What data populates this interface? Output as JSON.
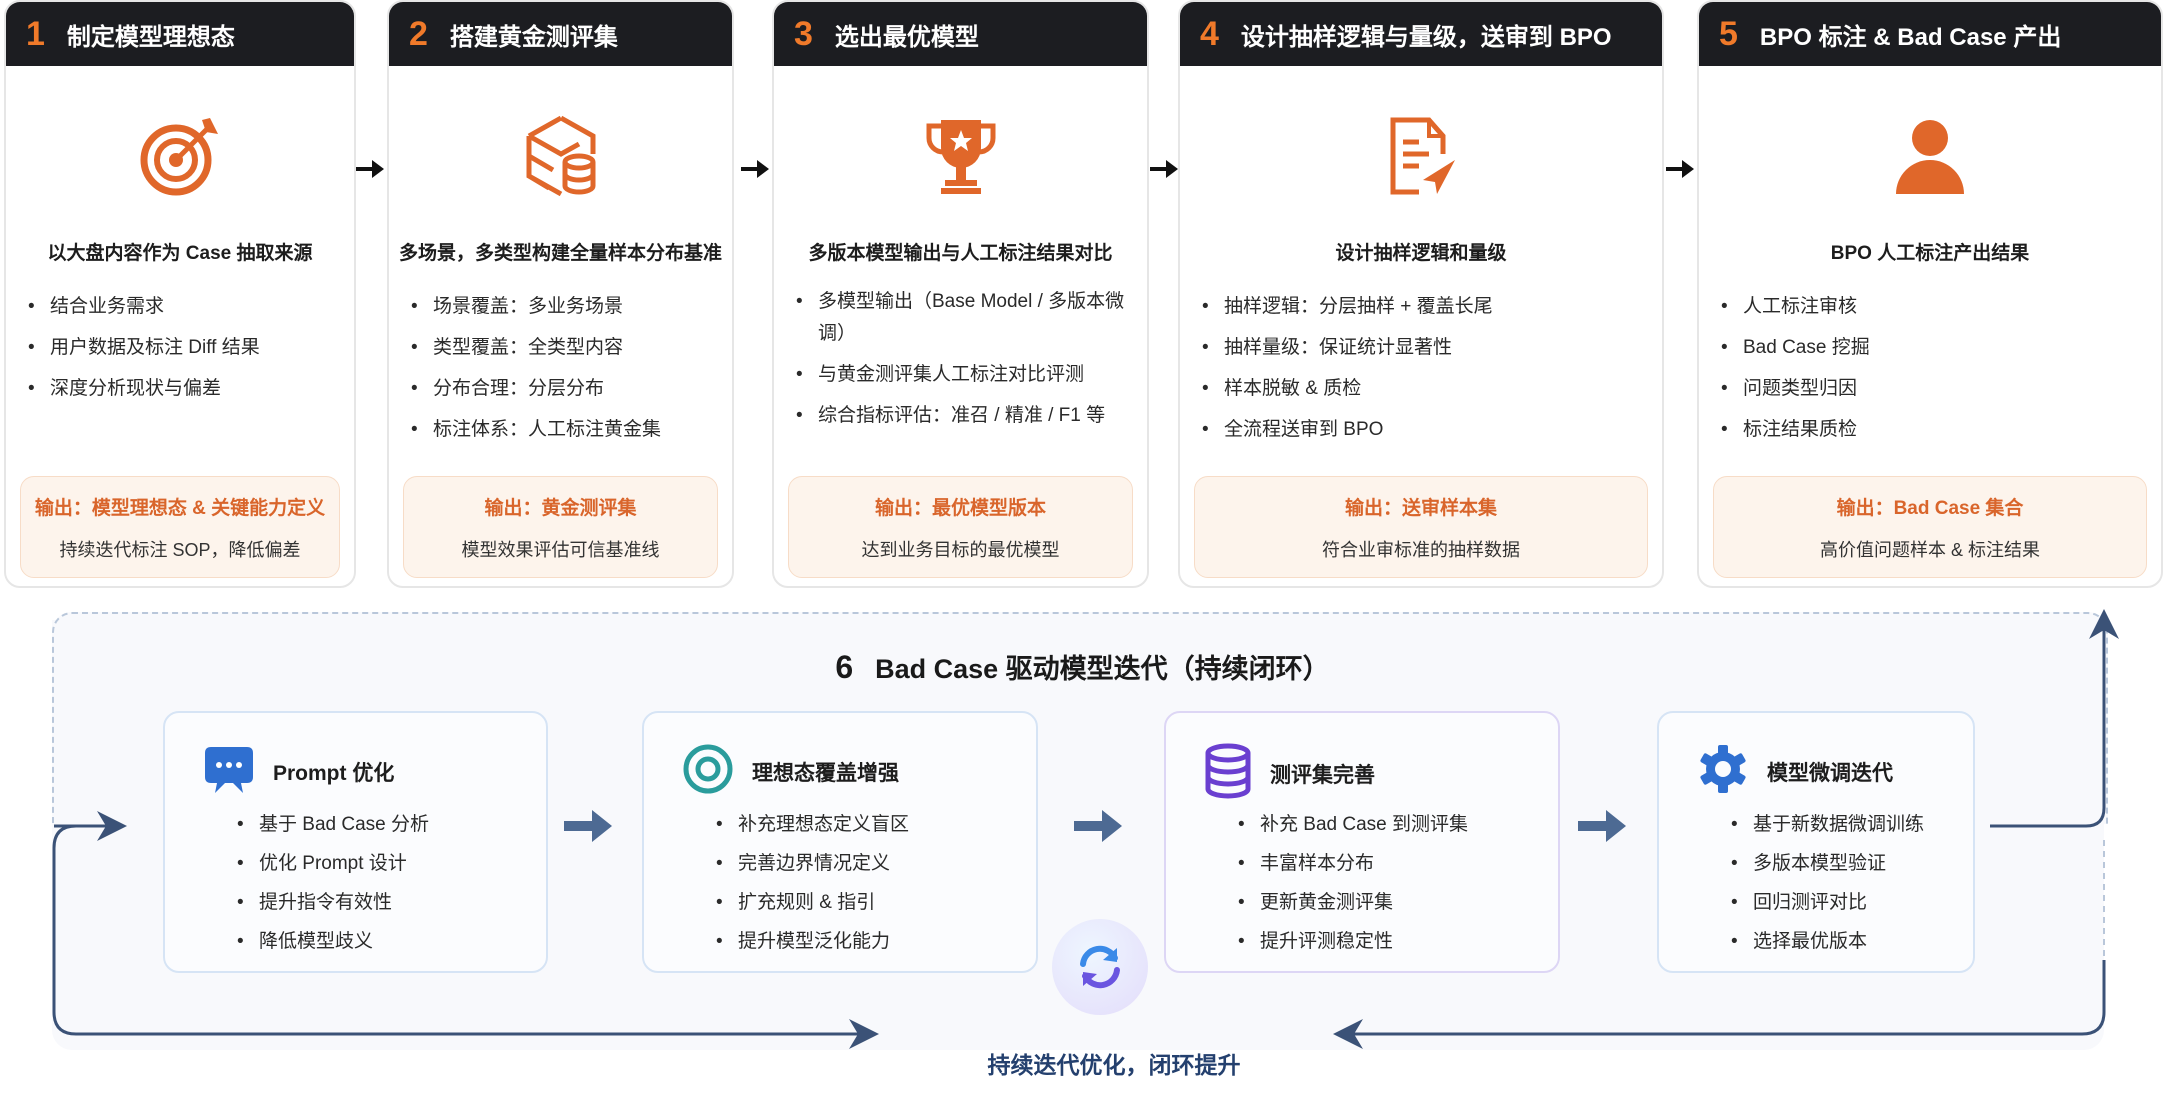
{
  "steps": [
    {
      "num": "1",
      "title": "制定模型理想态",
      "subtitle": "以大盘内容作为 Case 抽取来源",
      "bullets": [
        "结合业务需求",
        "用户数据及标注 Diff 结果",
        "深度分析现状与偏差"
      ],
      "output_title": "输出：模型理想态 & 关键能力定义",
      "output_sub": "持续迭代标注 SOP，降低偏差",
      "icon": "target-icon"
    },
    {
      "num": "2",
      "title": "搭建黄金测评集",
      "subtitle": "多场景，多类型构建全量样本分布基准",
      "bullets": [
        "场景覆盖：多业务场景",
        "类型覆盖：全类型内容",
        "分布合理：分层分布",
        "标注体系：人工标注黄金集"
      ],
      "output_title": "输出：黄金测评集",
      "output_sub": "模型效果评估可信基准线",
      "icon": "dataset-stack-icon"
    },
    {
      "num": "3",
      "title": "选出最优模型",
      "subtitle": "多版本模型输出与人工标注结果对比",
      "bullets": [
        "多模型输出（Base Model / 多版本微调）",
        "与黄金测评集人工标注对比评测",
        "综合指标评估：准召 / 精准 / F1 等"
      ],
      "output_title": "输出：最优模型版本",
      "output_sub": "达到业务目标的最优模型",
      "icon": "trophy-icon"
    },
    {
      "num": "4",
      "title": "设计抽样逻辑与量级，送审到 BPO",
      "subtitle": "设计抽样逻辑和量级",
      "bullets": [
        "抽样逻辑：分层抽样 + 覆盖长尾",
        "抽样量级：保证统计显著性",
        "样本脱敏 & 质检",
        "全流程送审到 BPO"
      ],
      "output_title": "输出：送审样本集",
      "output_sub": "符合业审标准的抽样数据",
      "icon": "document-send-icon"
    },
    {
      "num": "5",
      "title": "BPO 标注 & Bad Case 产出",
      "subtitle": "BPO 人工标注产出结果",
      "bullets": [
        "人工标注审核",
        "Bad Case 挖掘",
        "问题类型归因",
        "标注结果质检"
      ],
      "output_title": "输出：Bad Case 集合",
      "output_sub": "高价值问题样本 & 标注结果",
      "icon": "person-icon"
    }
  ],
  "loop": {
    "num": "6",
    "title": "Bad Case 驱动模型迭代（持续闭环）",
    "caption": "持续迭代优化，闭环提升",
    "cards": [
      {
        "title": "Prompt 优化",
        "bullets": [
          "基于 Bad Case 分析",
          "优化 Prompt 设计",
          "提升指令有效性",
          "降低模型歧义"
        ],
        "icon": "chat-bubble-icon"
      },
      {
        "title": "理想态覆盖增强",
        "bullets": [
          "补充理想态定义盲区",
          "完善边界情况定义",
          "扩充规则 & 指引",
          "提升模型泛化能力"
        ],
        "icon": "ring-target-icon"
      },
      {
        "title": "测评集完善",
        "bullets": [
          "补充 Bad Case 到测评集",
          "丰富样本分布",
          "更新黄金测评集",
          "提升评测稳定性"
        ],
        "icon": "database-icon"
      },
      {
        "title": "模型微调迭代",
        "bullets": [
          "基于新数据微调训练",
          "多版本模型验证",
          "回归测评对比",
          "选择最优版本"
        ],
        "icon": "gear-icon"
      }
    ]
  },
  "colors": {
    "accent": "#e0672a",
    "header": "#1c1d21",
    "loop_line": "#3b5277",
    "purple": "#6a3fd0",
    "blue": "#2f6fd0",
    "teal": "#2a9c9c"
  }
}
